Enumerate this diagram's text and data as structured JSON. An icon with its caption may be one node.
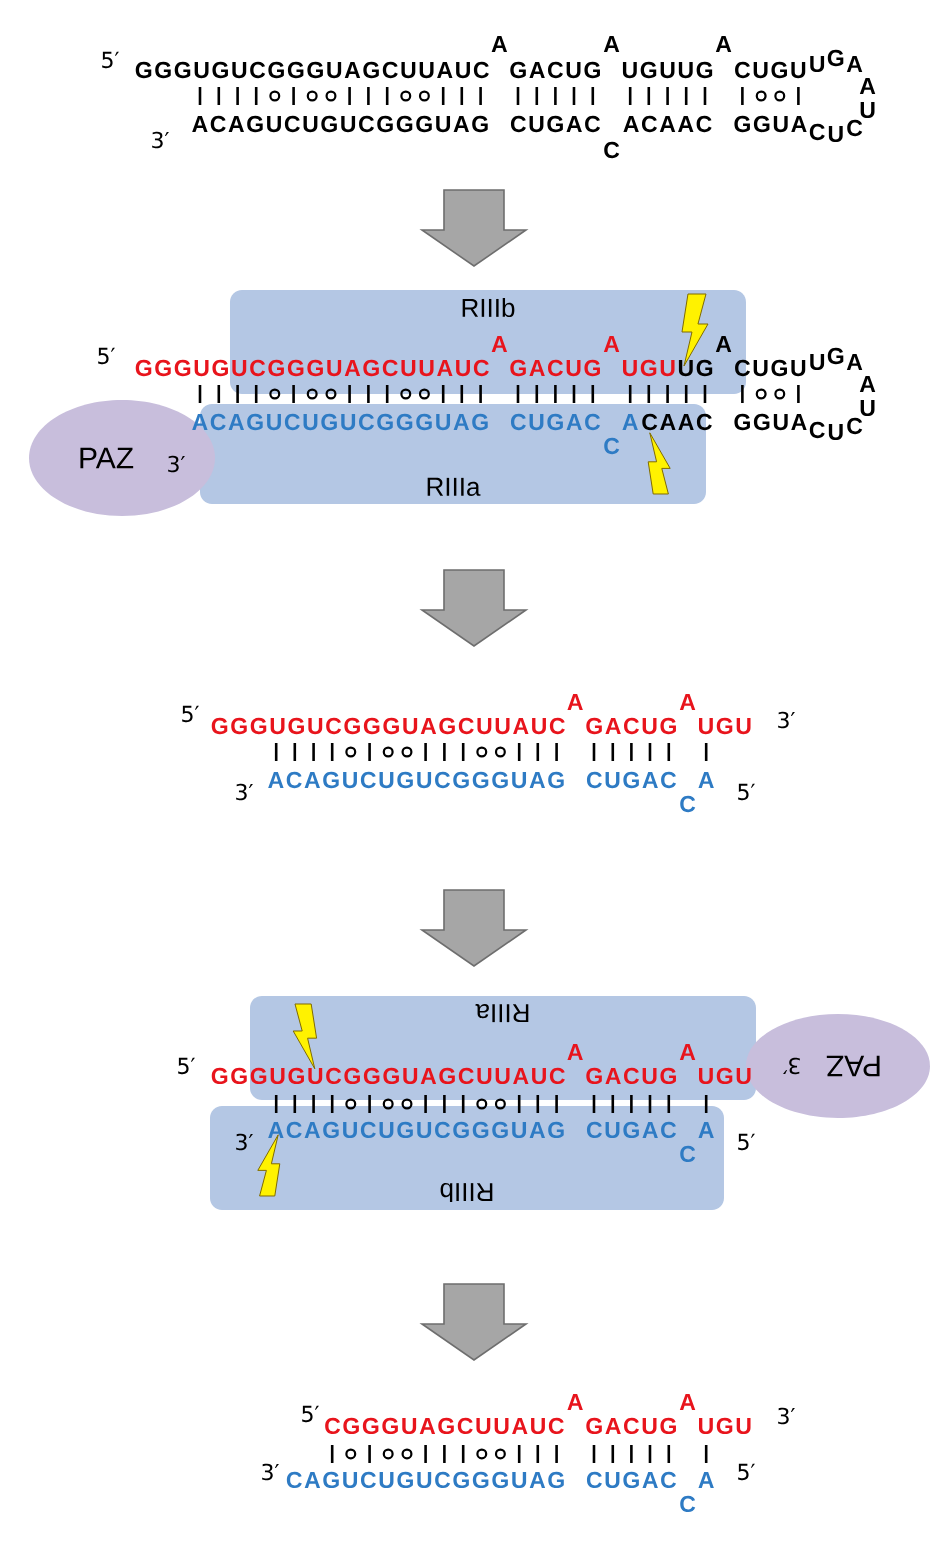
{
  "diagram": {
    "nodes": [
      {
        "text": [
          "RIIIb"
        ]
      },
      {
        "text": [
          "RIIIa"
        ]
      },
      {
        "text": [
          "PAZ"
        ]
      },
      {
        "text": [
          "RIIIa"
        ]
      },
      {
        "text": [
          "RIIIb"
        ]
      },
      {
        "text": [
          "PAZ"
        ]
      }
    ],
    "labels": [
      "5′",
      "GGGUGUCGGGUAGCUUAUC",
      "A",
      "GACUG",
      "A",
      "UGUUG",
      "A",
      "CUGU",
      "U",
      "G",
      "A",
      "A",
      "U",
      "3′",
      "ACAGUCUGUCGGGUAG",
      "CUGAC",
      "C",
      "ACAAC",
      "GGUA",
      "C",
      "U",
      "C",
      "5′",
      "GGGUGUCGGGUAGCUUAUC",
      "A",
      "GACUG",
      "A",
      "UGU",
      "UG",
      "A",
      "CUGU",
      "U",
      "G",
      "A",
      "A",
      "U",
      "3′",
      "ACAGUCUGUCGGGUAG",
      "CUGAC",
      "C",
      "A",
      "CAAC",
      "GGUA",
      "C",
      "U",
      "C",
      "5′",
      "GGGUGUCGGGUAGCUUAUC",
      "A",
      "GACUG",
      "A",
      "UGU",
      "3′",
      "3′",
      "ACAGUCUGUCGGGUAG",
      "CUGAC",
      "C",
      "A",
      "5′",
      "5′",
      "GGGUGUCGGGUAGCUUAUC",
      "A",
      "GACUG",
      "A",
      "UGU",
      "3′",
      "3′",
      "ACAGUCUGUCGGGUAG",
      "CUGAC",
      "C",
      "A",
      "5′",
      "5′",
      "CGGGUAGCUUAUC",
      "A",
      "GACUG",
      "A",
      "UGU",
      "3′",
      "3′",
      "CAGUCUGUCGGGUAG",
      "CUGAC",
      "C",
      "A",
      "5′"
    ]
  }
}
